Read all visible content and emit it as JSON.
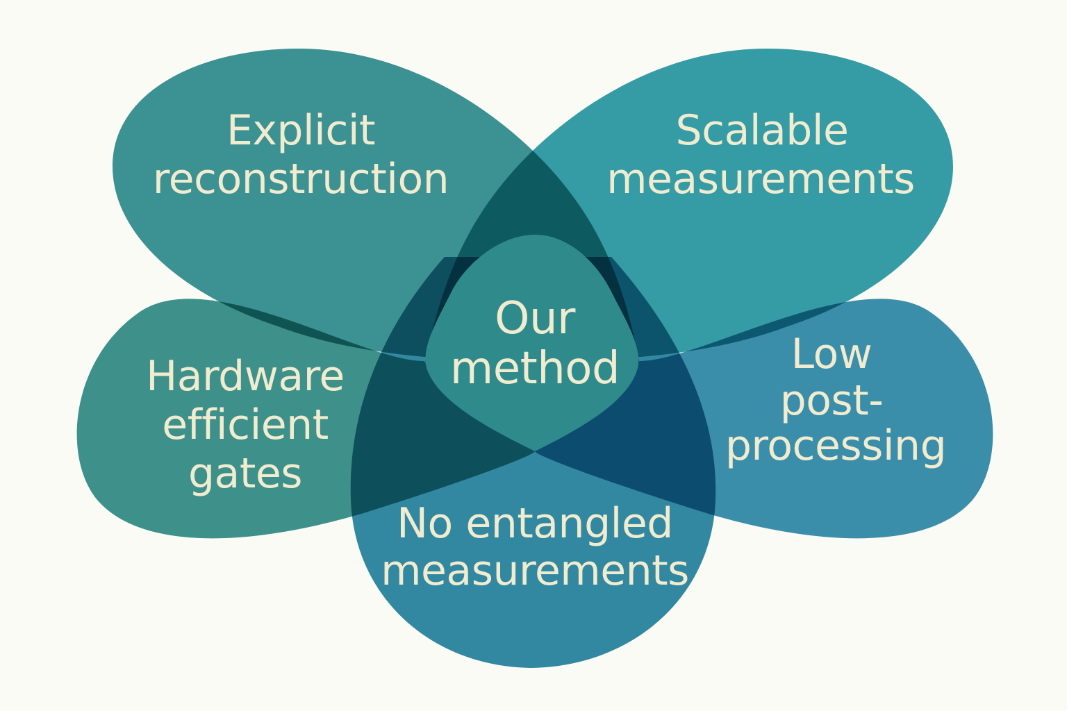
{
  "diagram": {
    "center": {
      "line1": "Our",
      "line2": "method"
    },
    "petals": [
      {
        "id": "top-left",
        "lines": [
          "Explicit",
          "reconstruction"
        ],
        "color": "#2d8a8e"
      },
      {
        "id": "top-right",
        "lines": [
          "Scalable",
          "measurements"
        ],
        "color": "#2596a3"
      },
      {
        "id": "left",
        "lines": [
          "Hardware",
          "efficient",
          "gates"
        ],
        "color": "#2e8a86"
      },
      {
        "id": "right",
        "lines": [
          "Low",
          "post-",
          "processing"
        ],
        "color": "#2b87a8"
      },
      {
        "id": "bottom",
        "lines": [
          "No entangled",
          "measurements"
        ],
        "color": "#2380a0"
      }
    ],
    "colors": {
      "background": "#fbfbf6",
      "text": "#f1ecd0",
      "center": "#2f8a8c"
    }
  }
}
